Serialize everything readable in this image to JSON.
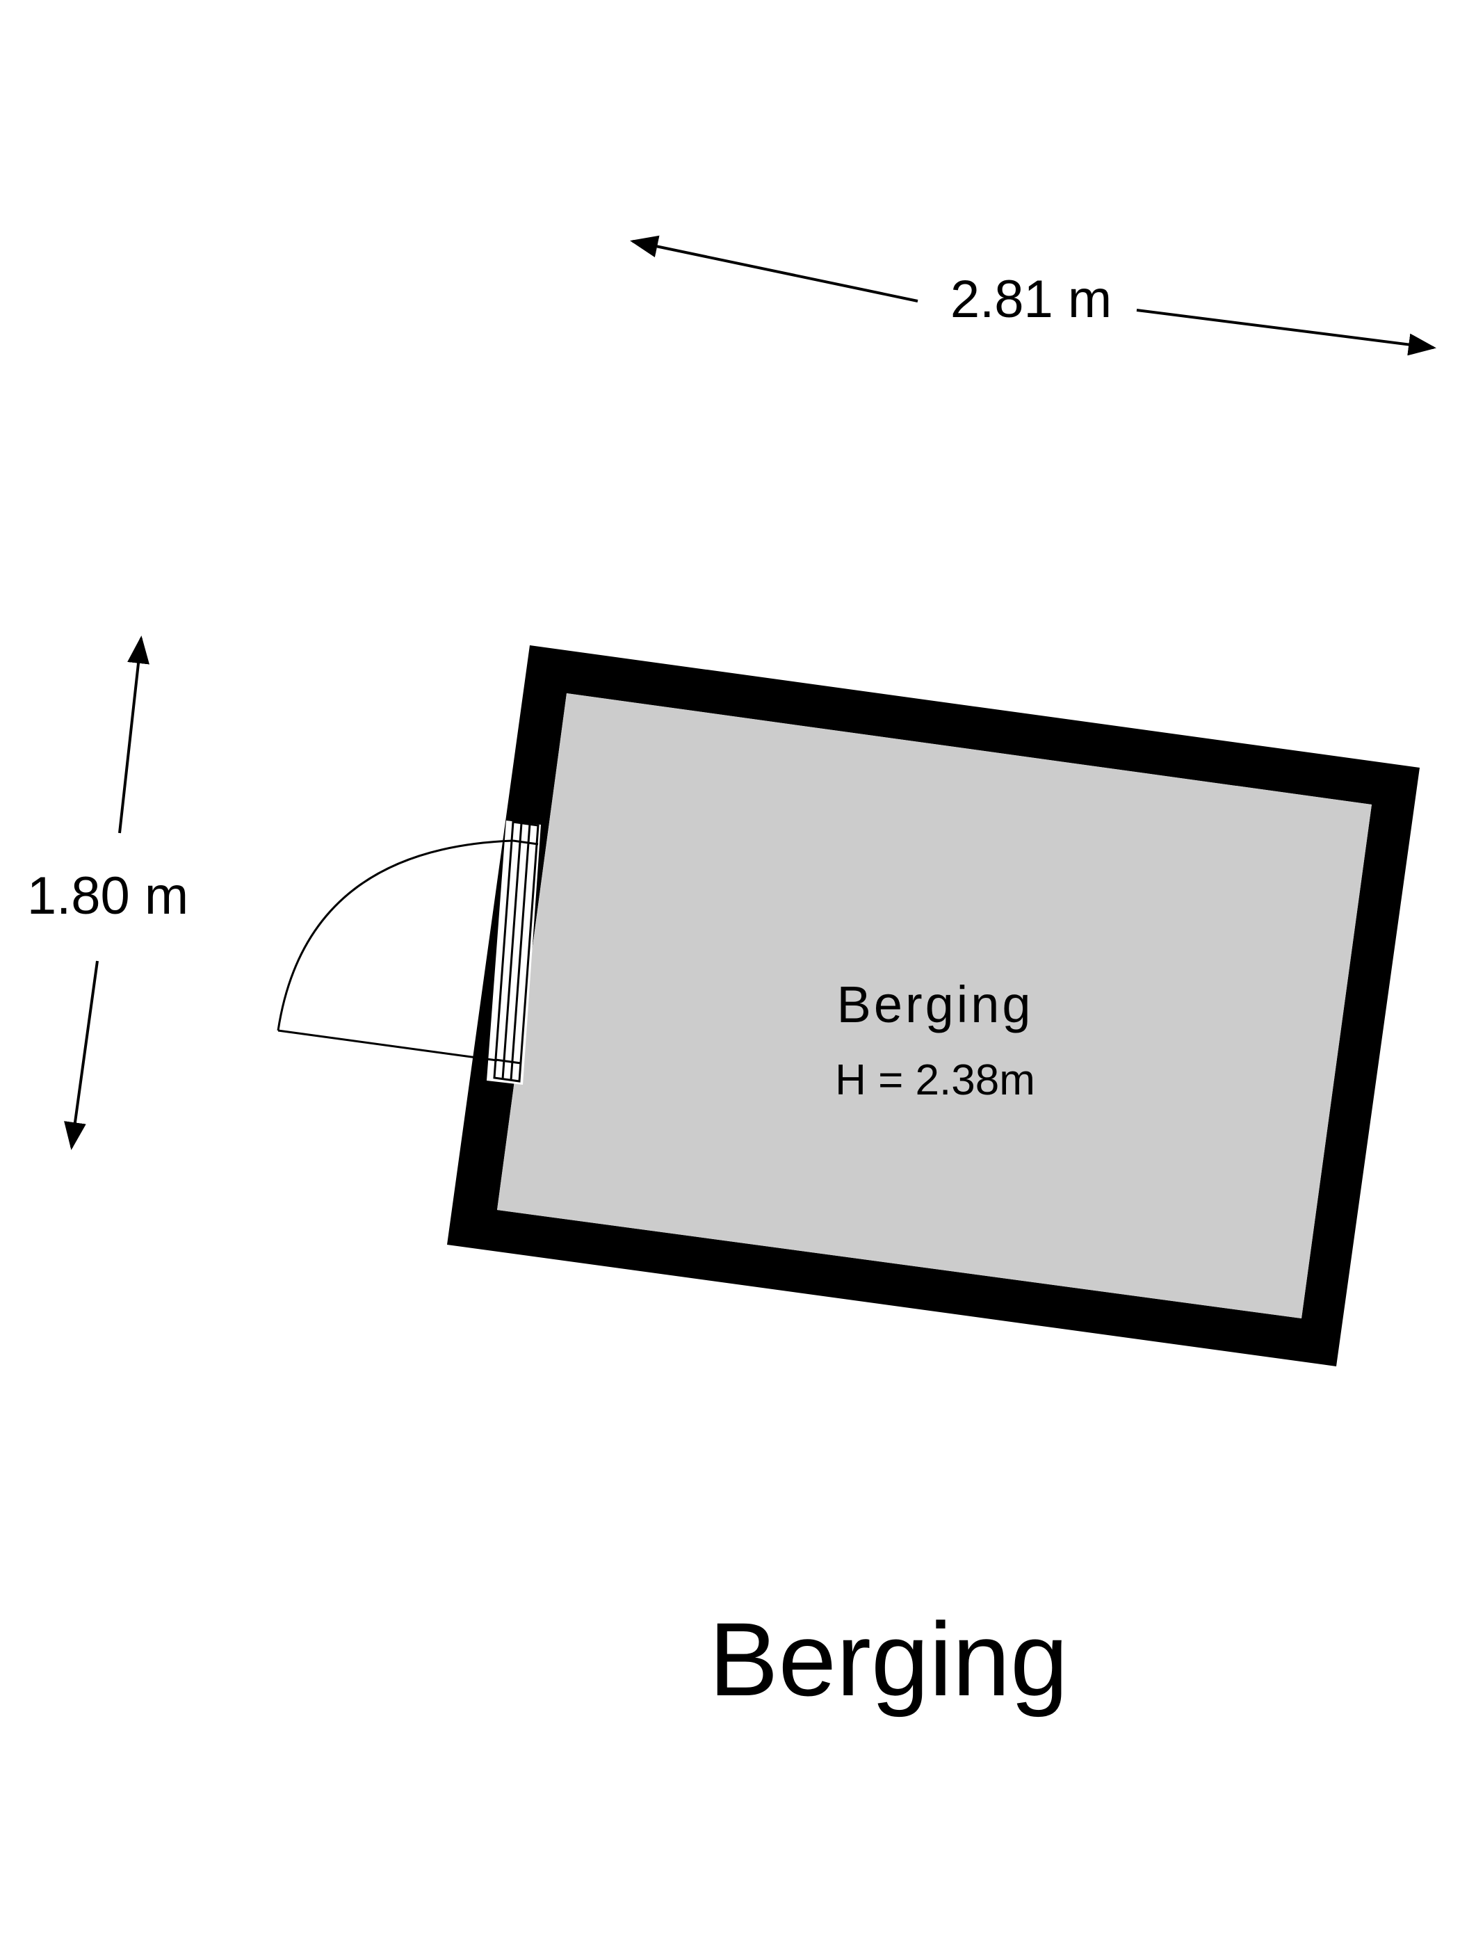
{
  "floorplan": {
    "title": "Berging",
    "dimensions": {
      "width_label": "2.81 m",
      "depth_label": "1.80 m"
    },
    "room": {
      "name": "Berging",
      "height_label": "H = 2.38m"
    },
    "colors": {
      "wall": "#000000",
      "floor": "#cccccc",
      "background": "#ffffff"
    }
  }
}
